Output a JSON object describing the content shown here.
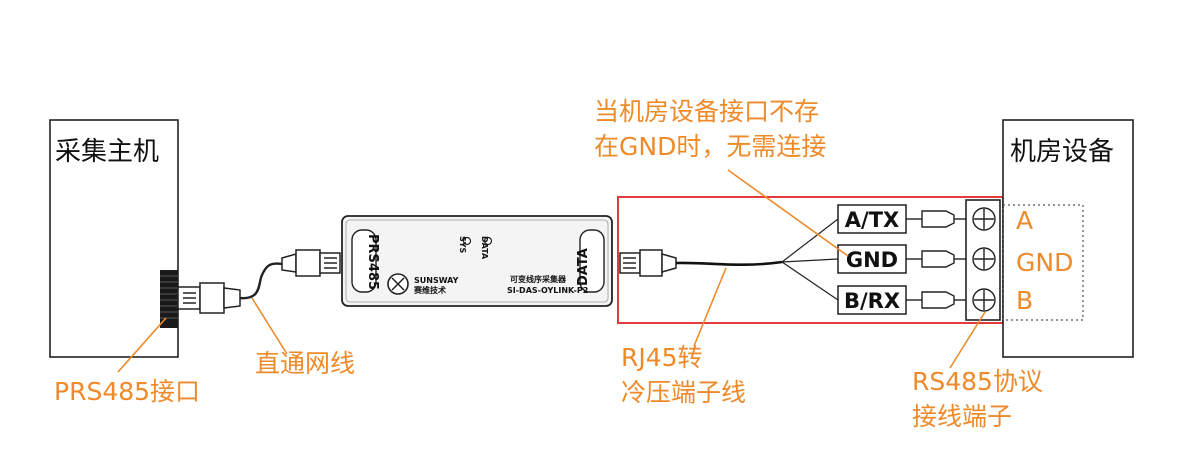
{
  "host": {
    "label": "采集主机",
    "port_label": "PRS485接口"
  },
  "straight_cable": {
    "label": "直通网线"
  },
  "collector": {
    "port_left": "PRS485",
    "port_right": "DATA",
    "led_sys": "SYS",
    "led_data": "DATA",
    "brand_en": "SUNSWAY",
    "brand_cn": "赛维技术",
    "product_name": "可变线序采集器",
    "product_model": "SI-DAS-OYLINK-P2"
  },
  "pigtail": {
    "label_line1": "RJ45转",
    "label_line2": "冷压端子线"
  },
  "gnd_note": {
    "line1": "当机房设备接口不存",
    "line2": "在GND时，无需连接"
  },
  "terminals": [
    {
      "label": "A/TX",
      "pin": "A"
    },
    {
      "label": "GND",
      "pin": "GND"
    },
    {
      "label": "B/RX",
      "pin": "B"
    }
  ],
  "room_device": {
    "label": "机房设备"
  },
  "terminal_block": {
    "label_line1": "RS485协议",
    "label_line2": "接线端子"
  },
  "colors": {
    "accent": "#ee8a2a",
    "highlight_box": "#e23b3b",
    "line": "#111111"
  }
}
